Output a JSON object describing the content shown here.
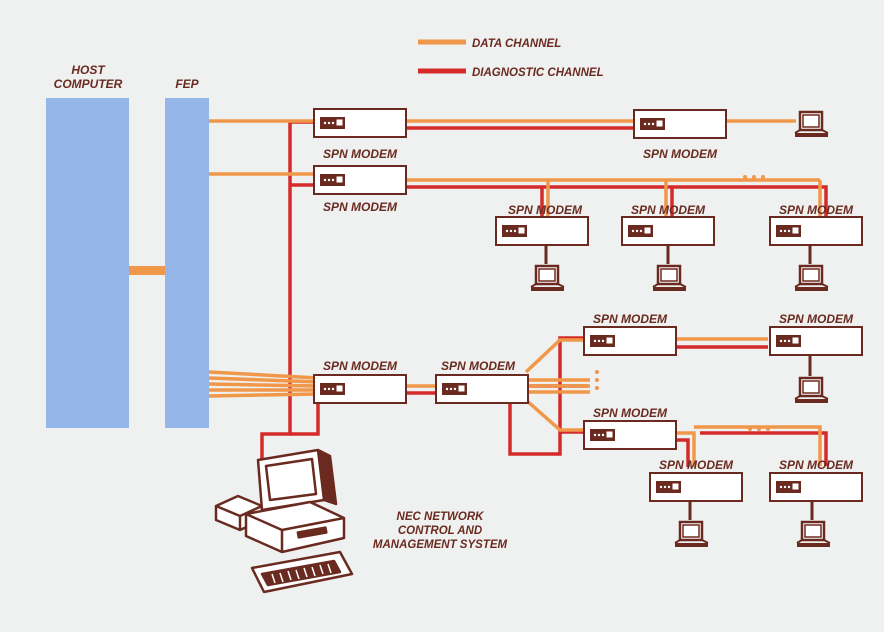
{
  "legend": {
    "data_channel": "DATA CHANNEL",
    "diagnostic_channel": "DIAGNOSTIC CHANNEL"
  },
  "host": {
    "line1": "HOST",
    "line2": "COMPUTER"
  },
  "fep": "FEP",
  "modem_label": "SPN MODEM",
  "nms": {
    "line1": "NEC NETWORK",
    "line2": "CONTROL AND",
    "line3": "MANAGEMENT SYSTEM"
  },
  "colors": {
    "background": "#eef1ef",
    "data_channel": "#f0974a",
    "diagnostic_channel": "#d42a2a",
    "host_block": "#95b6e8",
    "outline": "#6b2a20"
  }
}
